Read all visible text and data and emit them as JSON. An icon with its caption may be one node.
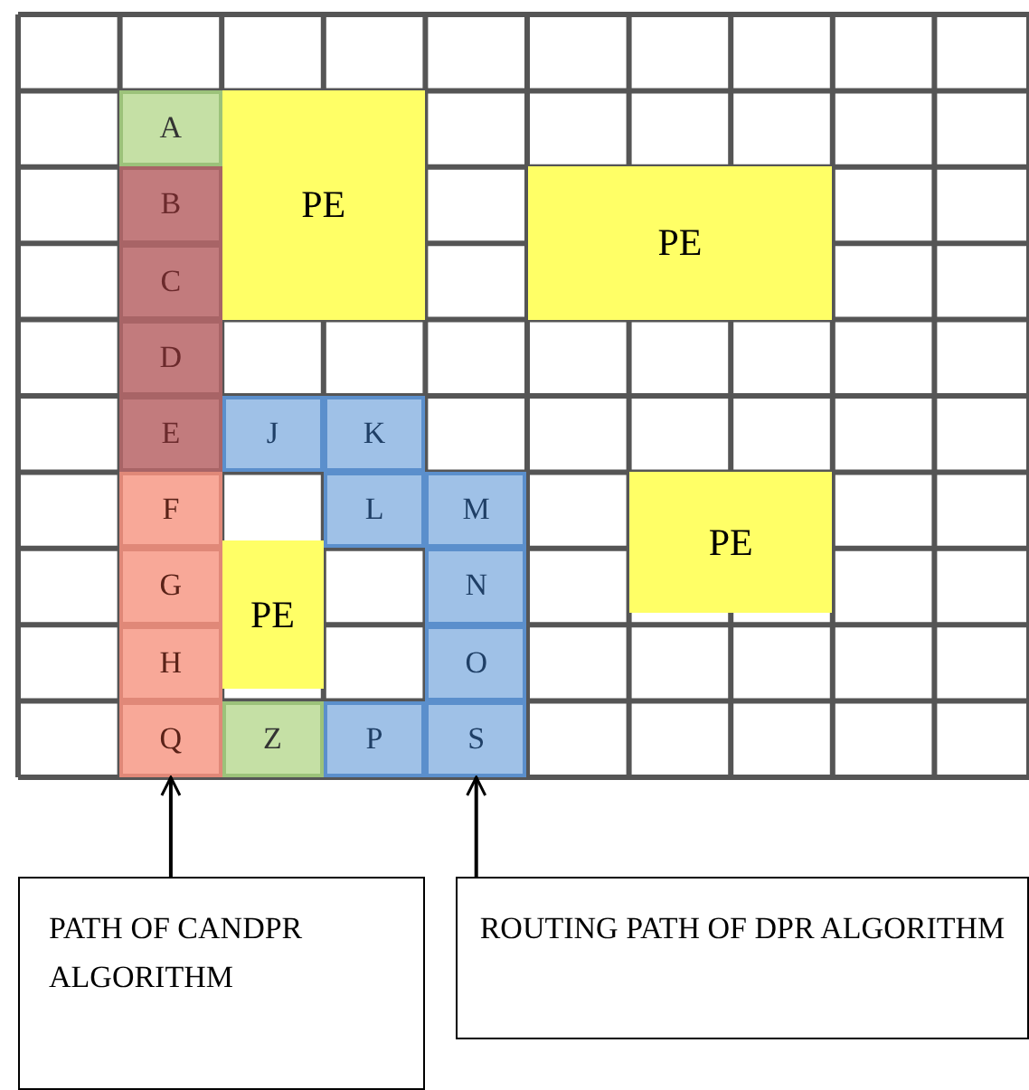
{
  "diagram": {
    "nodes": [
      {
        "text": [
          "A"
        ]
      },
      {
        "text": [
          "PE"
        ]
      },
      {
        "text": [
          "B"
        ]
      },
      {
        "text": [
          "PE"
        ]
      },
      {
        "text": [
          "C"
        ]
      },
      {
        "text": [
          "D"
        ]
      },
      {
        "text": [
          "E"
        ]
      },
      {
        "text": [
          "J"
        ]
      },
      {
        "text": [
          "K"
        ]
      },
      {
        "text": [
          "F"
        ]
      },
      {
        "text": [
          "L"
        ]
      },
      {
        "text": [
          "M"
        ]
      },
      {
        "text": [
          "PE"
        ]
      },
      {
        "text": [
          "G"
        ]
      },
      {
        "text": [
          "N"
        ]
      },
      {
        "text": [
          "PE"
        ]
      },
      {
        "text": [
          "H"
        ]
      },
      {
        "text": [
          "O"
        ]
      },
      {
        "text": [
          "Q"
        ]
      },
      {
        "text": [
          "Z"
        ]
      },
      {
        "text": [
          "P"
        ]
      },
      {
        "text": [
          "S"
        ]
      },
      {
        "text": [
          "PATH OF CANDPR ALGORITHM"
        ]
      },
      {
        "text": [
          "ROUTING PATH OF DPR ALGORITHM"
        ]
      }
    ],
    "edges": [
      {
        "from": 22,
        "to": 18,
        "arrow": "to"
      },
      {
        "from": 23,
        "to": 21,
        "arrow": "to"
      }
    ]
  }
}
